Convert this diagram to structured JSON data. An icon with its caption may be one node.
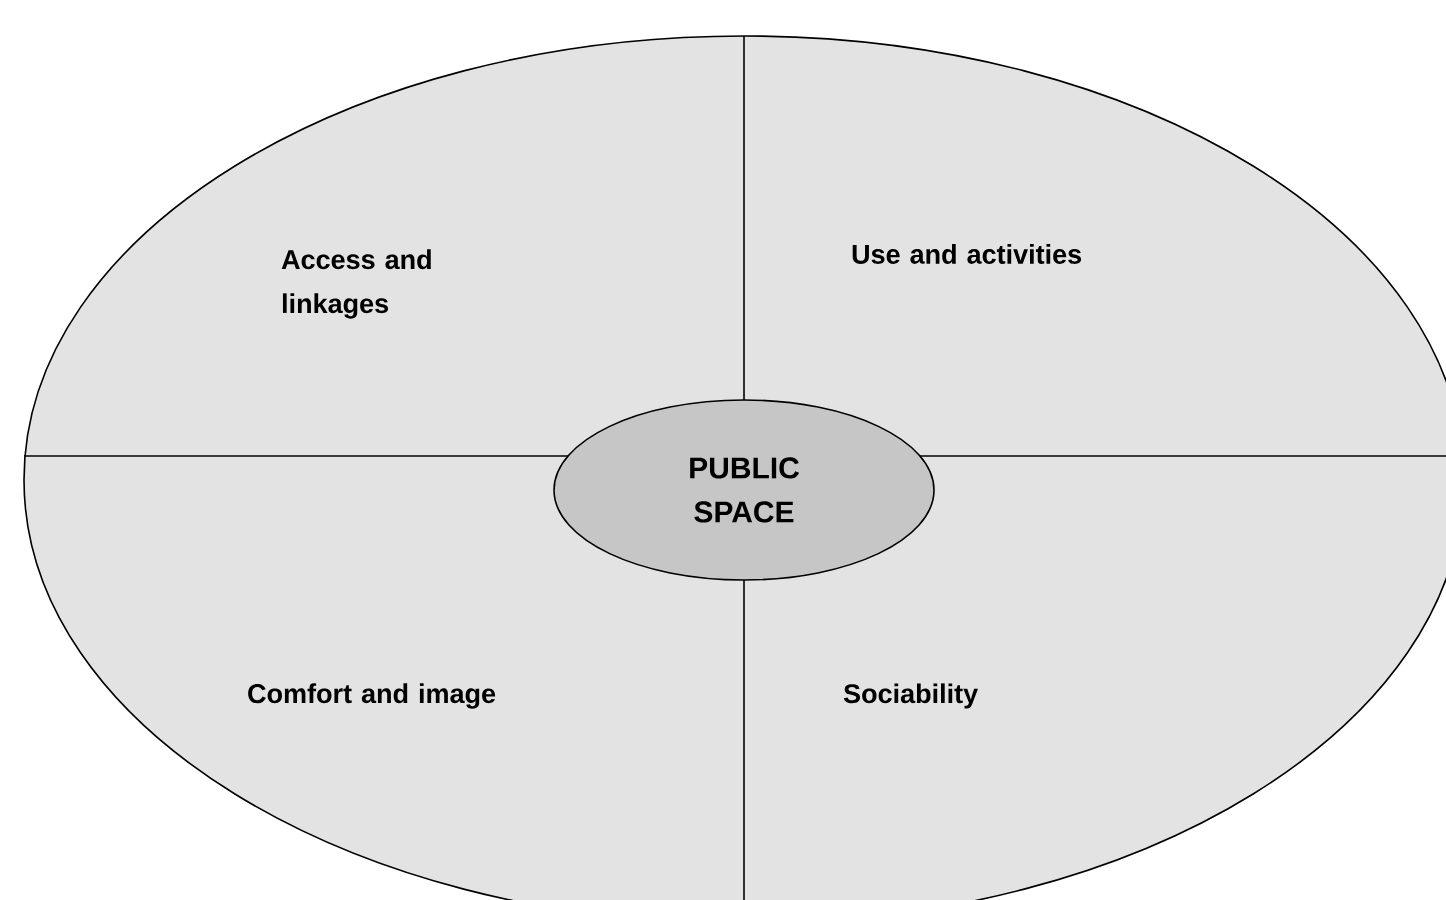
{
  "diagram": {
    "nodes": [
      {
        "text": [
          "Access and linkages",
          "Use and activities",
          "Comfort and image",
          "Sociability"
        ]
      },
      {
        "text": [
          "PUBLIC SPACE"
        ],
        "in": 0
      }
    ]
  }
}
